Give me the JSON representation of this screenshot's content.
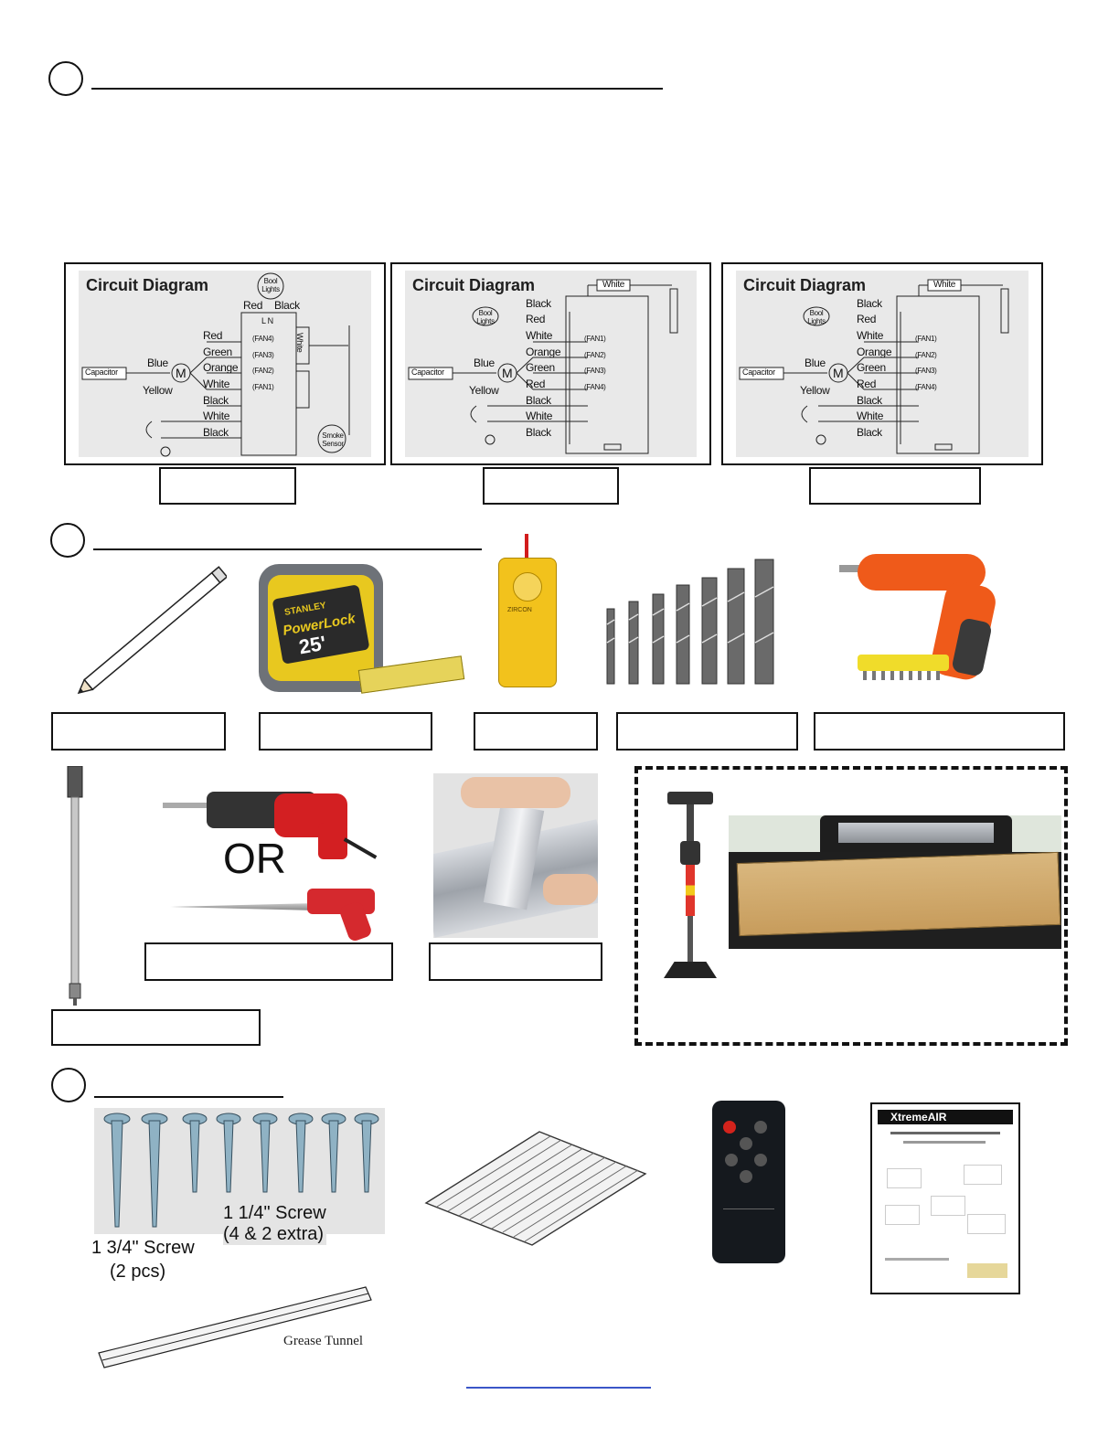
{
  "section_markers": [
    "",
    "",
    ""
  ],
  "diagrams": [
    {
      "title": "Circuit Diagram",
      "left_labels": [
        "Red",
        "Green",
        "Orange",
        "White",
        "Black",
        "White",
        "Black"
      ],
      "top_labels": [
        "Red",
        "Black"
      ],
      "capacitor": "Capacitor",
      "motor": "M",
      "blue": "Blue",
      "yellow": "Yellow",
      "fans": [
        "(FAN4)",
        "(FAN3)",
        "(FAN2)",
        "(FAN1)"
      ],
      "bulb": "Bool Lights",
      "white_side": "White",
      "smoke": "Smoke Sensor",
      "ln": "L N"
    },
    {
      "title": "Circuit Diagram",
      "left_labels": [
        "Black",
        "Red",
        "White",
        "Orange",
        "Green",
        "Red",
        "Black",
        "White",
        "Black"
      ],
      "capacitor": "Capacitor",
      "motor": "M",
      "blue": "Blue",
      "yellow": "Yellow",
      "fans": [
        "(FAN1)",
        "(FAN2)",
        "(FAN3)",
        "(FAN4)"
      ],
      "bulb": "Bool Lights",
      "white_top": "White"
    },
    {
      "title": "Circuit Diagram",
      "left_labels": [
        "Black",
        "Red",
        "White",
        "Orange",
        "Green",
        "Red",
        "Black",
        "White",
        "Black"
      ],
      "capacitor": "Capacitor",
      "motor": "M",
      "blue": "Blue",
      "yellow": "Yellow",
      "fans": [
        "(FAN1)",
        "(FAN2)",
        "(FAN3)",
        "(FAN4)"
      ],
      "bulb": "Bool Lights",
      "white_top": "White"
    }
  ],
  "tools": {
    "tape_brand": "STANLEY",
    "tape_model": "PowerLock",
    "tape_size": "25'",
    "stud_brand": "ZIRCON",
    "or_text": "OR"
  },
  "parts": {
    "screw_long": "1 3/4\" Screw",
    "screw_long_qty": "(2 pcs)",
    "screw_short": "1 1/4\" Screw",
    "screw_short_qty": "(4 & 2 extra)",
    "grease_tunnel": "Grease Tunnel",
    "manual_brand": "XtremeAIR"
  }
}
